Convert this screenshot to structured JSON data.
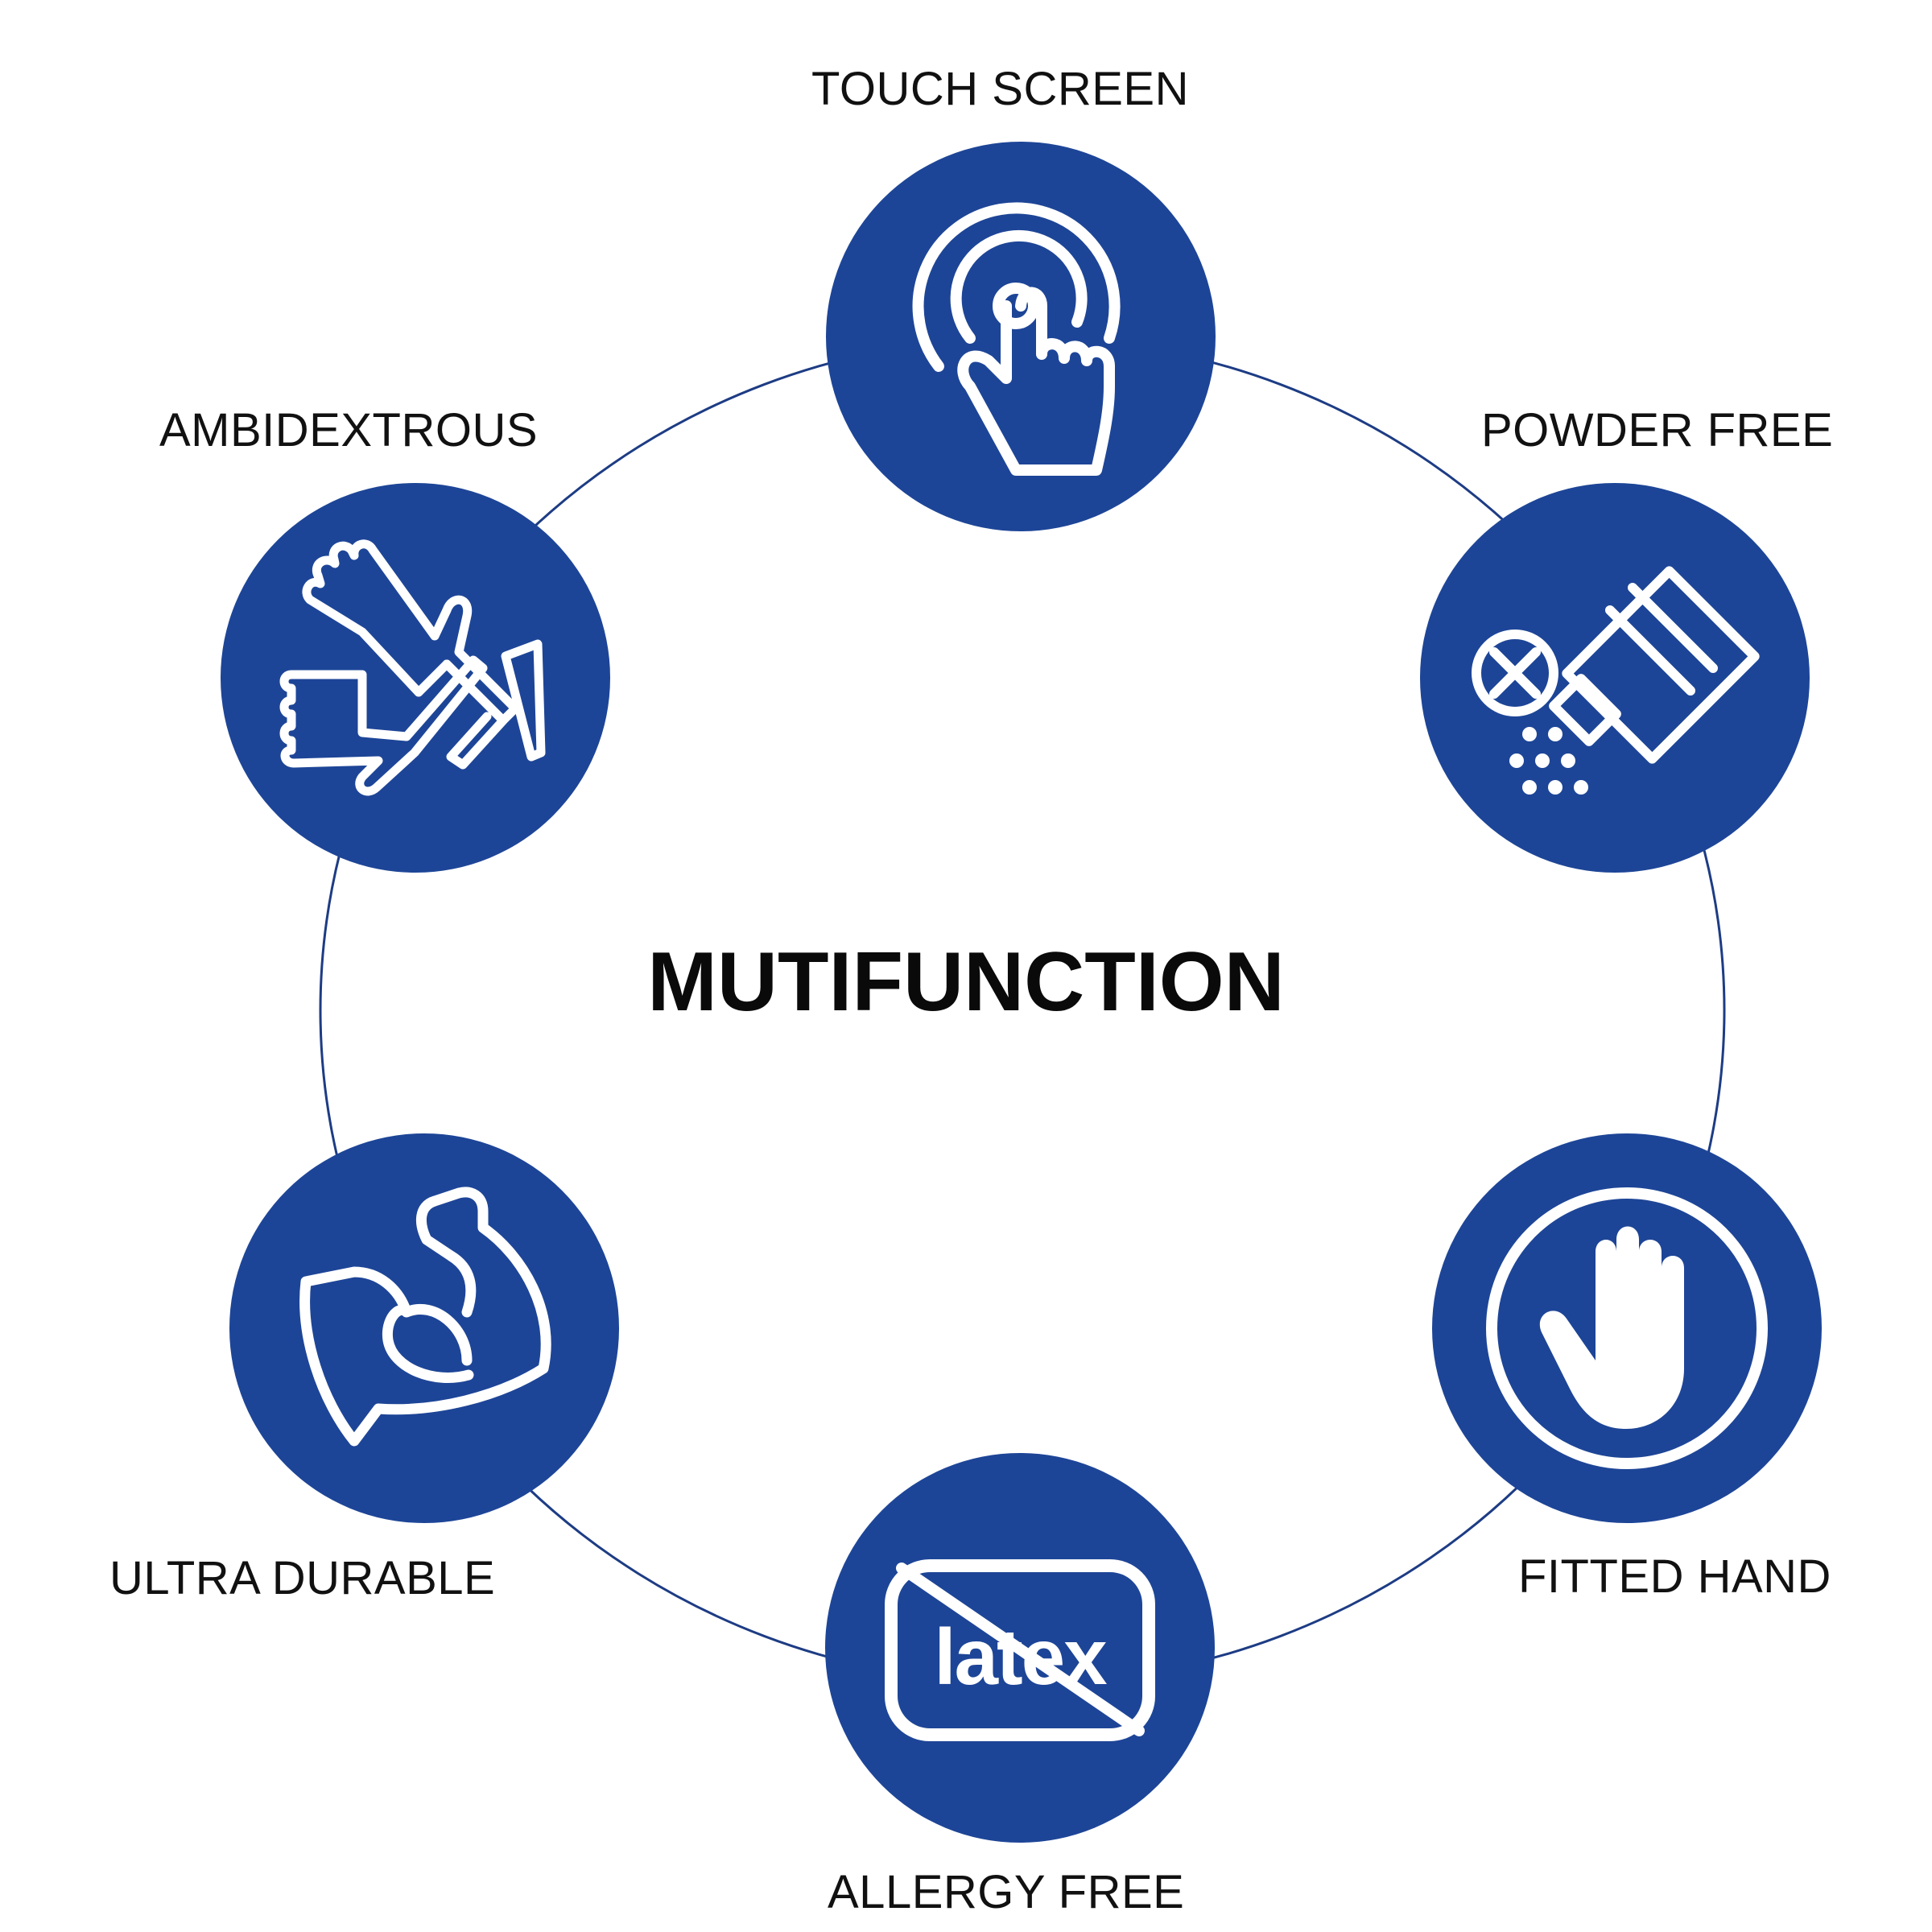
{
  "colors": {
    "badge": "#1d4597",
    "ring": "#1d3c84",
    "icon": "#ffffff",
    "text": "#111111"
  },
  "title": "MUTIFUNCTION",
  "features": [
    {
      "id": "touch-screen",
      "label": "TOUCH SCREEN",
      "icon": "touch-screen-icon"
    },
    {
      "id": "powder-free",
      "label": "POWDER FREE",
      "icon": "powder-free-icon"
    },
    {
      "id": "fitted-hand",
      "label": "FITTED HAND",
      "icon": "fitted-hand-icon"
    },
    {
      "id": "allergy-free",
      "label": "ALLERGY FREE",
      "icon": "latex-free-icon",
      "icon_text": "latex"
    },
    {
      "id": "ultra-durable",
      "label": "ULTRA DURABLE",
      "icon": "muscle-arm-icon"
    },
    {
      "id": "ambidextrous",
      "label": "AMBIDEXTROUS",
      "icon": "two-gloves-icon"
    }
  ]
}
